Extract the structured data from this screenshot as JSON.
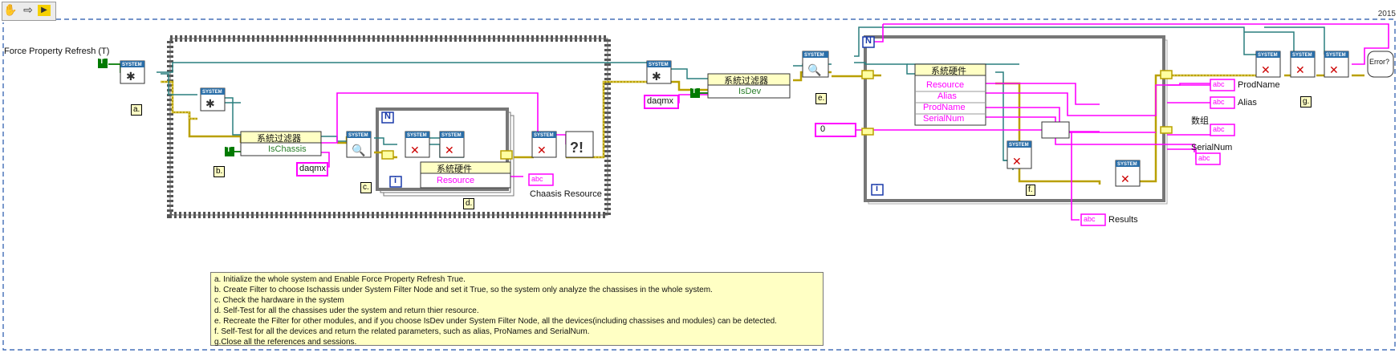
{
  "toolbar": {
    "icons": [
      "hand-icon",
      "arrow-icon",
      "tool-icon"
    ]
  },
  "version_label": "2015",
  "controls": {
    "force_refresh_label": "Force Property Refresh (T)",
    "bool_true": "T"
  },
  "constants": {
    "daqmx_1": "daqmx",
    "daqmx_2": "daqmx",
    "zero": "0"
  },
  "nodes": {
    "system_tag": "SYSTEM",
    "filter_1_title": "系統过滤器",
    "filter_1_prop": "IsChassis",
    "filter_2_title": "系統过滤器",
    "filter_2_prop": "IsDev",
    "hw_1_title": "系統硬件",
    "hw_1_prop": "Resource",
    "hw_2_title": "系統硬件",
    "hw_2_props": [
      "Resource",
      "Alias",
      "ProdName",
      "SerialNum"
    ],
    "loop_N": "N",
    "loop_i": "i",
    "error_label": "Error?"
  },
  "indicators": {
    "chassis_resource": "Chaasis Resource",
    "prodname": "ProdName",
    "alias": "Alias",
    "array_label": "数组",
    "serialnum": "SerialNum",
    "results": "Results",
    "abc": "abc"
  },
  "step_labels": [
    "a.",
    "b.",
    "c.",
    "d.",
    "e.",
    "f.",
    "g."
  ],
  "notes": [
    "a. Initialize the whole system and Enable Force Property Refresh True.",
    "b. Create Filter to choose Ischassis under System Filter Node and set it True, so the system only analyze the chassises in the whole system.",
    "c. Check the hardware in the system",
    "d. Self-Test for all the chassises uder the system and return thier resource.",
    "e. Recreate the Filter for other modules, and if you choose IsDev under System Filter Node, all the devices(including chassises and modules) can be detected.",
    "f. Self-Test for all the devices and return the related parameters, such as alias,  ProNames and SerialNum.",
    "g.Close all the references and sessions."
  ],
  "colors": {
    "wire_ref": "#2a7f7f",
    "wire_string": "#ff00ff",
    "wire_error": "#c8b400",
    "wire_bool": "#007a00",
    "loop_border": "#707070",
    "note_bg": "#ffffc4",
    "frame_dash": "#2255aa"
  }
}
